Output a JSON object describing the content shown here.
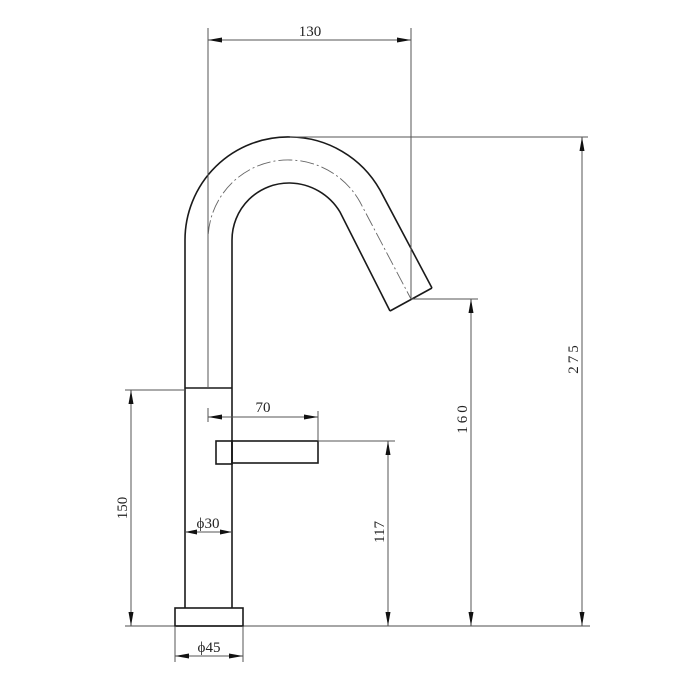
{
  "drawing": {
    "subject": "faucet side elevation",
    "colors": {
      "line": "#1a1a1a",
      "dimension": "#555555",
      "background": "#ffffff"
    },
    "dimensions": {
      "spout_reach": "130",
      "handle_length": "70",
      "total_height": "275",
      "spout_outlet_height": "160",
      "handle_height": "117",
      "body_height": "150",
      "body_diameter": "ϕ30",
      "base_diameter": "ϕ45"
    }
  }
}
